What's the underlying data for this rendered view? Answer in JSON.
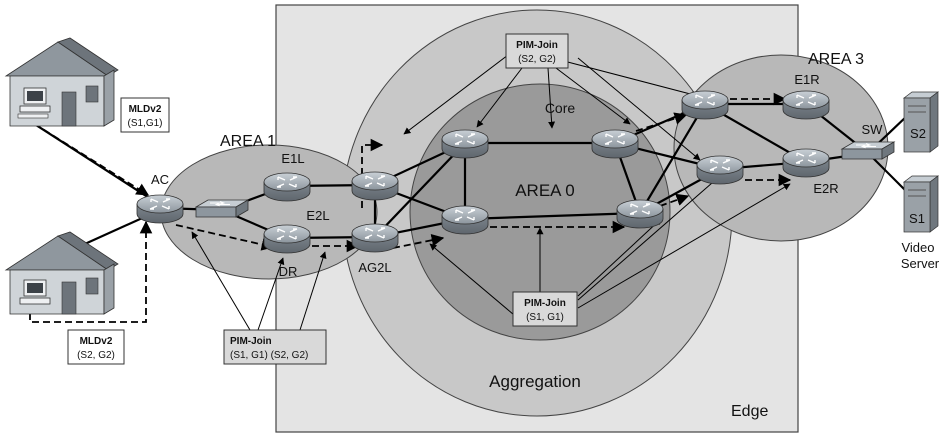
{
  "zones": {
    "edge": "Edge",
    "aggregation": "Aggregation",
    "area0": "AREA 0",
    "core": "Core",
    "area1": "AREA 1",
    "area3": "AREA 3"
  },
  "devices": {
    "ac": "AC",
    "e1l": "E1L",
    "e2l": "E2L",
    "dr": "DR",
    "ag2l": "AG2L",
    "e1r": "E1R",
    "e2r": "E2R",
    "sw": "SW",
    "s2": "S2",
    "s1": "S1",
    "video_server_line1": "Video",
    "video_server_line2": "Server"
  },
  "callouts": {
    "mld_top": {
      "title": "MLDv2",
      "body": "(S1,G1)"
    },
    "mld_bottom": {
      "title": "MLDv2",
      "body": "(S2, G2)"
    },
    "pim_top": {
      "title": "PIM-Join",
      "body": "(S2, G2)"
    },
    "pim_area1": {
      "title": "PIM-Join",
      "body": "(S1, G1) (S2, G2)"
    },
    "pim_area0": {
      "title": "PIM-Join",
      "body": "(S1, G1)"
    }
  },
  "colors": {
    "edge_fill": "#e4e4e4",
    "aggregation_fill": "#c8c8c8",
    "area0_fill": "#9a9a9a",
    "area_side_fill": "#b8b8b8",
    "router_fill": "#9aa3ab",
    "link": "#000000"
  }
}
